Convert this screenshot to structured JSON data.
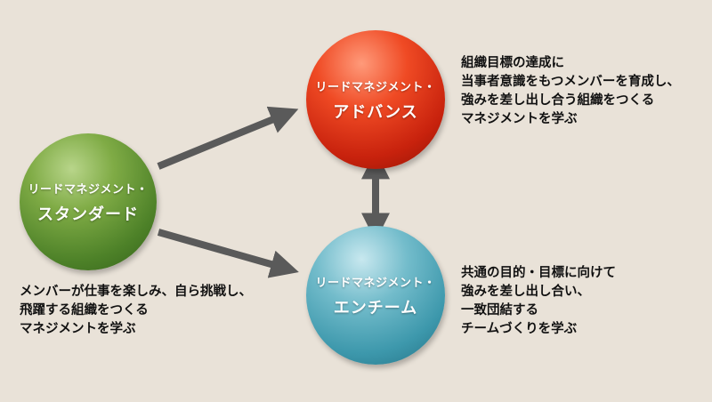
{
  "colors": {
    "background": "#e9e2d8",
    "arrow": "#5a5a5a",
    "standard": "#5b8f2f",
    "advance": "#e03a18",
    "enteam": "#4aa3b6"
  },
  "nodes": {
    "standard": {
      "line1": "リードマネジメント・",
      "line2": "スタンダード",
      "description": [
        "メンバーが仕事を楽しみ、自ら挑戦し、",
        "飛躍する組織をつくる",
        "マネジメントを学ぶ"
      ]
    },
    "advance": {
      "line1": "リードマネジメント・",
      "line2": "アドバンス",
      "description": [
        "組織目標の達成に",
        "当事者意識をもつメンバーを育成し、",
        "強みを差し出し合う組織をつくる",
        "マネジメントを学ぶ"
      ]
    },
    "enteam": {
      "line1": "リードマネジメント・",
      "line2": "エンチーム",
      "description": [
        "共通の目的・目標に向けて",
        "強みを差し出し合い、",
        "一致団結する",
        "チームづくりを学ぶ"
      ]
    }
  }
}
